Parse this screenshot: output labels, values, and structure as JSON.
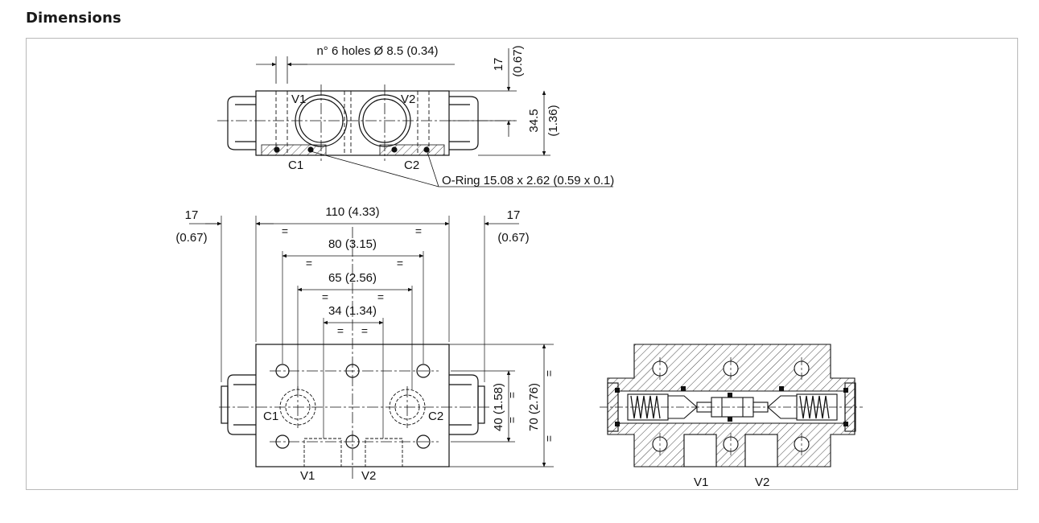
{
  "section": {
    "title": "Dimensions"
  },
  "top_view": {
    "holes_label": "n° 6 holes Ø 8.5 (0.34)",
    "dim_17": "17",
    "dim_17_in": "(0.67)",
    "dim_345": "34.5",
    "dim_345_in": "(1.36)",
    "port_v1": "V1",
    "port_v2": "V2",
    "port_c1": "C1",
    "port_c2": "C2",
    "oring_label": "O-Ring 15.08 x 2.62 (0.59 x 0.1)"
  },
  "front_view": {
    "left_17": "17",
    "left_17_in": "(0.67)",
    "right_17": "17",
    "right_17_in": "(0.67)",
    "dim_110": "110 (4.33)",
    "dim_80": "80 (3.15)",
    "dim_65": "65 (2.56)",
    "dim_34": "34 (1.34)",
    "dim_40": "40 (1.58)",
    "dim_70": "70 (2.76)",
    "eq": "=",
    "port_c1": "C1",
    "port_c2": "C2",
    "port_v1": "V1",
    "port_v2": "V2"
  },
  "section_view": {
    "port_v1": "V1",
    "port_v2": "V2"
  }
}
